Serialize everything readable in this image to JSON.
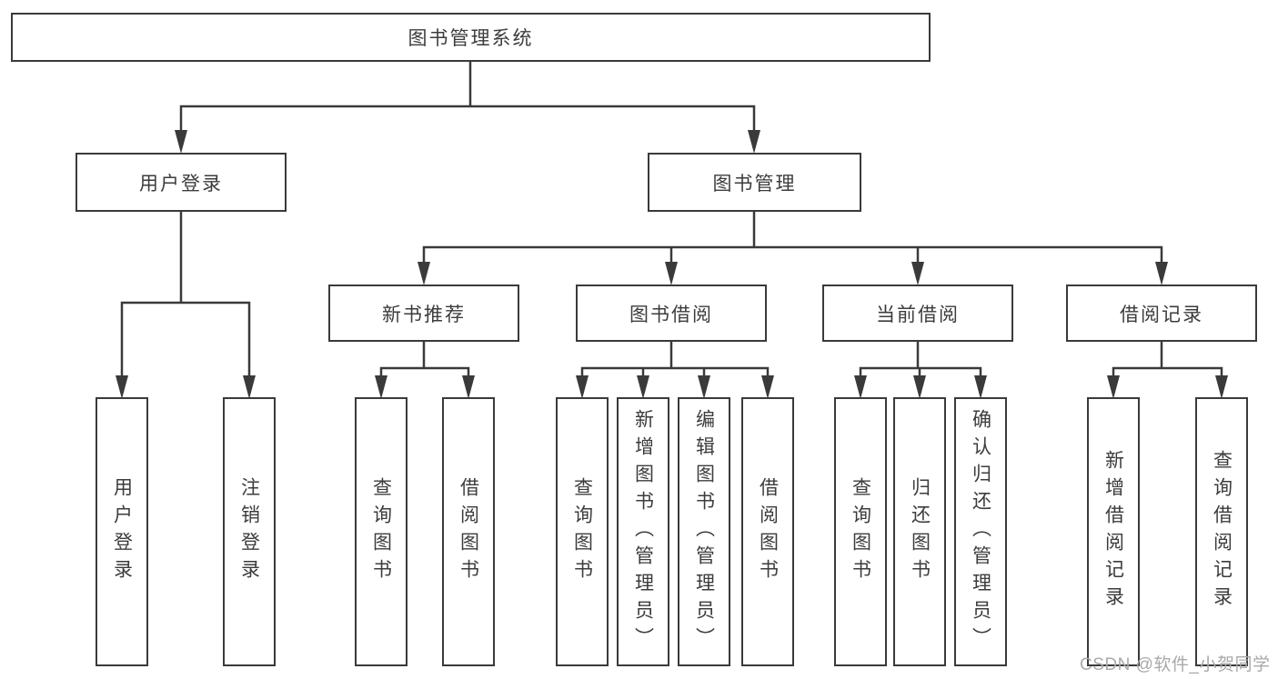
{
  "diagram": {
    "root": {
      "label": "图书管理系统"
    },
    "branches": [
      {
        "label": "用户登录",
        "children": [
          {
            "label": "用户登录"
          },
          {
            "label": "注销登录"
          }
        ]
      },
      {
        "label": "图书管理",
        "groups": [
          {
            "label": "新书推荐",
            "children": [
              {
                "label": "查询图书"
              },
              {
                "label": "借阅图书"
              }
            ]
          },
          {
            "label": "图书借阅",
            "children": [
              {
                "label": "查询图书"
              },
              {
                "label": "新增图书（管理员）"
              },
              {
                "label": "编辑图书（管理员）"
              },
              {
                "label": "借阅图书"
              }
            ]
          },
          {
            "label": "当前借阅",
            "children": [
              {
                "label": "查询图书"
              },
              {
                "label": "归还图书"
              },
              {
                "label": "确认归还（管理员）"
              }
            ]
          },
          {
            "label": "借阅记录",
            "children": [
              {
                "label": "新增借阅记录"
              },
              {
                "label": "查询借阅记录"
              }
            ]
          }
        ]
      }
    ]
  },
  "watermark": {
    "text": "CSDN @软件_小贺同学"
  },
  "colors": {
    "line": "#3a3a3a",
    "box_border": "#3a3a3a",
    "text": "#3c3c3c",
    "background": "#ffffff",
    "watermark": "#a9a9a9"
  }
}
